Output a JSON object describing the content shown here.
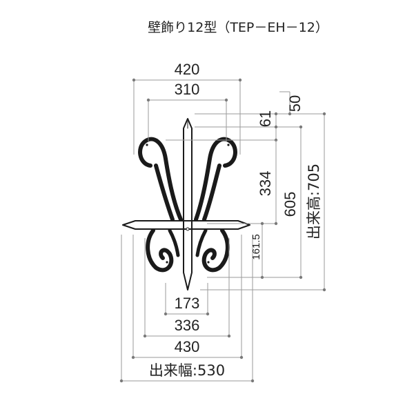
{
  "title": "壁飾り12型（TEP－EH－12）",
  "dimensions": {
    "top_overall_width": "420",
    "top_inner_width": "310",
    "spike_offset": "61",
    "top_offset": "50",
    "upper_height": "334",
    "body_height": "605",
    "overall_height_label": "出来高:705",
    "lower_height": "161.5",
    "bottom_tip_width": "173",
    "bottom_scroll_width": "336",
    "bottom_arm_width": "430",
    "overall_width_label": "出来幅:530"
  },
  "colors": {
    "ironwork": "#1a1a1a",
    "dimension_line": "#9a9a9a",
    "text": "#222222"
  }
}
